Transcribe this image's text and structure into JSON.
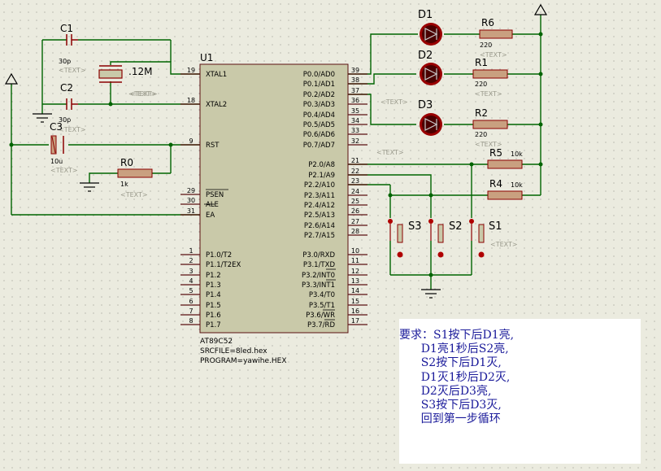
{
  "chip": {
    "ref": "U1",
    "part": "AT89C52",
    "srcfile": "SRCFILE=8led.hex",
    "program": "PROGRAM=yawihe.HEX",
    "left_pins": [
      {
        "num": "19",
        "name": "XTAL1"
      },
      {
        "num": "18",
        "name": "XTAL2"
      },
      {
        "num": "9",
        "name": "RST"
      },
      {
        "num": "29",
        "name": "PSEN"
      },
      {
        "num": "30",
        "name": "ALE"
      },
      {
        "num": "31",
        "name": "EA"
      },
      {
        "num": "1",
        "name": "P1.0/T2"
      },
      {
        "num": "2",
        "name": "P1.1/T2EX"
      },
      {
        "num": "3",
        "name": "P1.2"
      },
      {
        "num": "4",
        "name": "P1.3"
      },
      {
        "num": "5",
        "name": "P1.4"
      },
      {
        "num": "6",
        "name": "P1.5"
      },
      {
        "num": "7",
        "name": "P1.6"
      },
      {
        "num": "8",
        "name": "P1.7"
      }
    ],
    "right_pins": [
      {
        "num": "39",
        "name": "P0.0/AD0"
      },
      {
        "num": "38",
        "name": "P0.1/AD1"
      },
      {
        "num": "37",
        "name": "P0.2/AD2"
      },
      {
        "num": "36",
        "name": "P0.3/AD3"
      },
      {
        "num": "35",
        "name": "P0.4/AD4"
      },
      {
        "num": "34",
        "name": "P0.5/AD5"
      },
      {
        "num": "33",
        "name": "P0.6/AD6"
      },
      {
        "num": "32",
        "name": "P0.7/AD7"
      },
      {
        "num": "21",
        "name": "P2.0/A8"
      },
      {
        "num": "22",
        "name": "P2.1/A9"
      },
      {
        "num": "23",
        "name": "P2.2/A10"
      },
      {
        "num": "24",
        "name": "P2.3/A11"
      },
      {
        "num": "25",
        "name": "P2.4/A12"
      },
      {
        "num": "26",
        "name": "P2.5/A13"
      },
      {
        "num": "27",
        "name": "P2.6/A14"
      },
      {
        "num": "28",
        "name": "P2.7/A15"
      },
      {
        "num": "10",
        "name": "P3.0/RXD"
      },
      {
        "num": "11",
        "name": "P3.1/TXD"
      },
      {
        "num": "12",
        "name": "P3.2/INT0"
      },
      {
        "num": "13",
        "name": "P3.3/INT1"
      },
      {
        "num": "14",
        "name": "P3.4/T0"
      },
      {
        "num": "15",
        "name": "P3.5/T1"
      },
      {
        "num": "16",
        "name": "P3.6/WR"
      },
      {
        "num": "17",
        "name": "P3.7/RD"
      }
    ]
  },
  "components": {
    "c1": {
      "ref": "C1",
      "value": "30p",
      "text": "<TEXT>"
    },
    "c2": {
      "ref": "C2",
      "value": "30p",
      "text": "<TEXT>"
    },
    "c3": {
      "ref": "C3",
      "value": "10u",
      "text": "<TEXT>"
    },
    "crystal": {
      "value": "12M",
      "text": "<TEXT>"
    },
    "r0": {
      "ref": "R0",
      "value": "1k",
      "text": "<TEXT>"
    },
    "r6": {
      "ref": "R6",
      "value": "220",
      "text": "<TEXT>"
    },
    "r1": {
      "ref": "R1",
      "value": "220",
      "text": "<TEXT>"
    },
    "r2": {
      "ref": "R2",
      "value": "220",
      "text": "<TEXT>"
    },
    "r5": {
      "ref": "R5",
      "value": "10k"
    },
    "r4": {
      "ref": "R4",
      "value": "10k"
    },
    "d1": {
      "ref": "D1"
    },
    "d2": {
      "ref": "D2"
    },
    "d3": {
      "ref": "D3"
    },
    "s1": {
      "ref": "S1",
      "text": "<TEXT>"
    },
    "s2": {
      "ref": "S2"
    },
    "s3": {
      "ref": "S3"
    },
    "misc_text_1": "<TEXT>",
    "misc_text_2": "<TEXT>",
    "misc_text_3": "<TEXT>"
  },
  "note": {
    "lines": [
      "要求：S1按下后D1亮,",
      "      D1亮1秒后S2亮,",
      "      S2按下后D1灭,",
      "      D1灭1秒后D2灭,",
      "      D2灭后D3亮,",
      "      S3按下后D3灭,",
      "      回到第一步循环"
    ]
  },
  "colors": {
    "background": "#ebebdf",
    "wire": "#006400",
    "component": "#8b0000",
    "chip_fill": "#c9c9a9",
    "label": "#000000",
    "text_placeholder": "#9a9a8c",
    "led": "#b00000",
    "note_text": "#1a1a9a"
  }
}
